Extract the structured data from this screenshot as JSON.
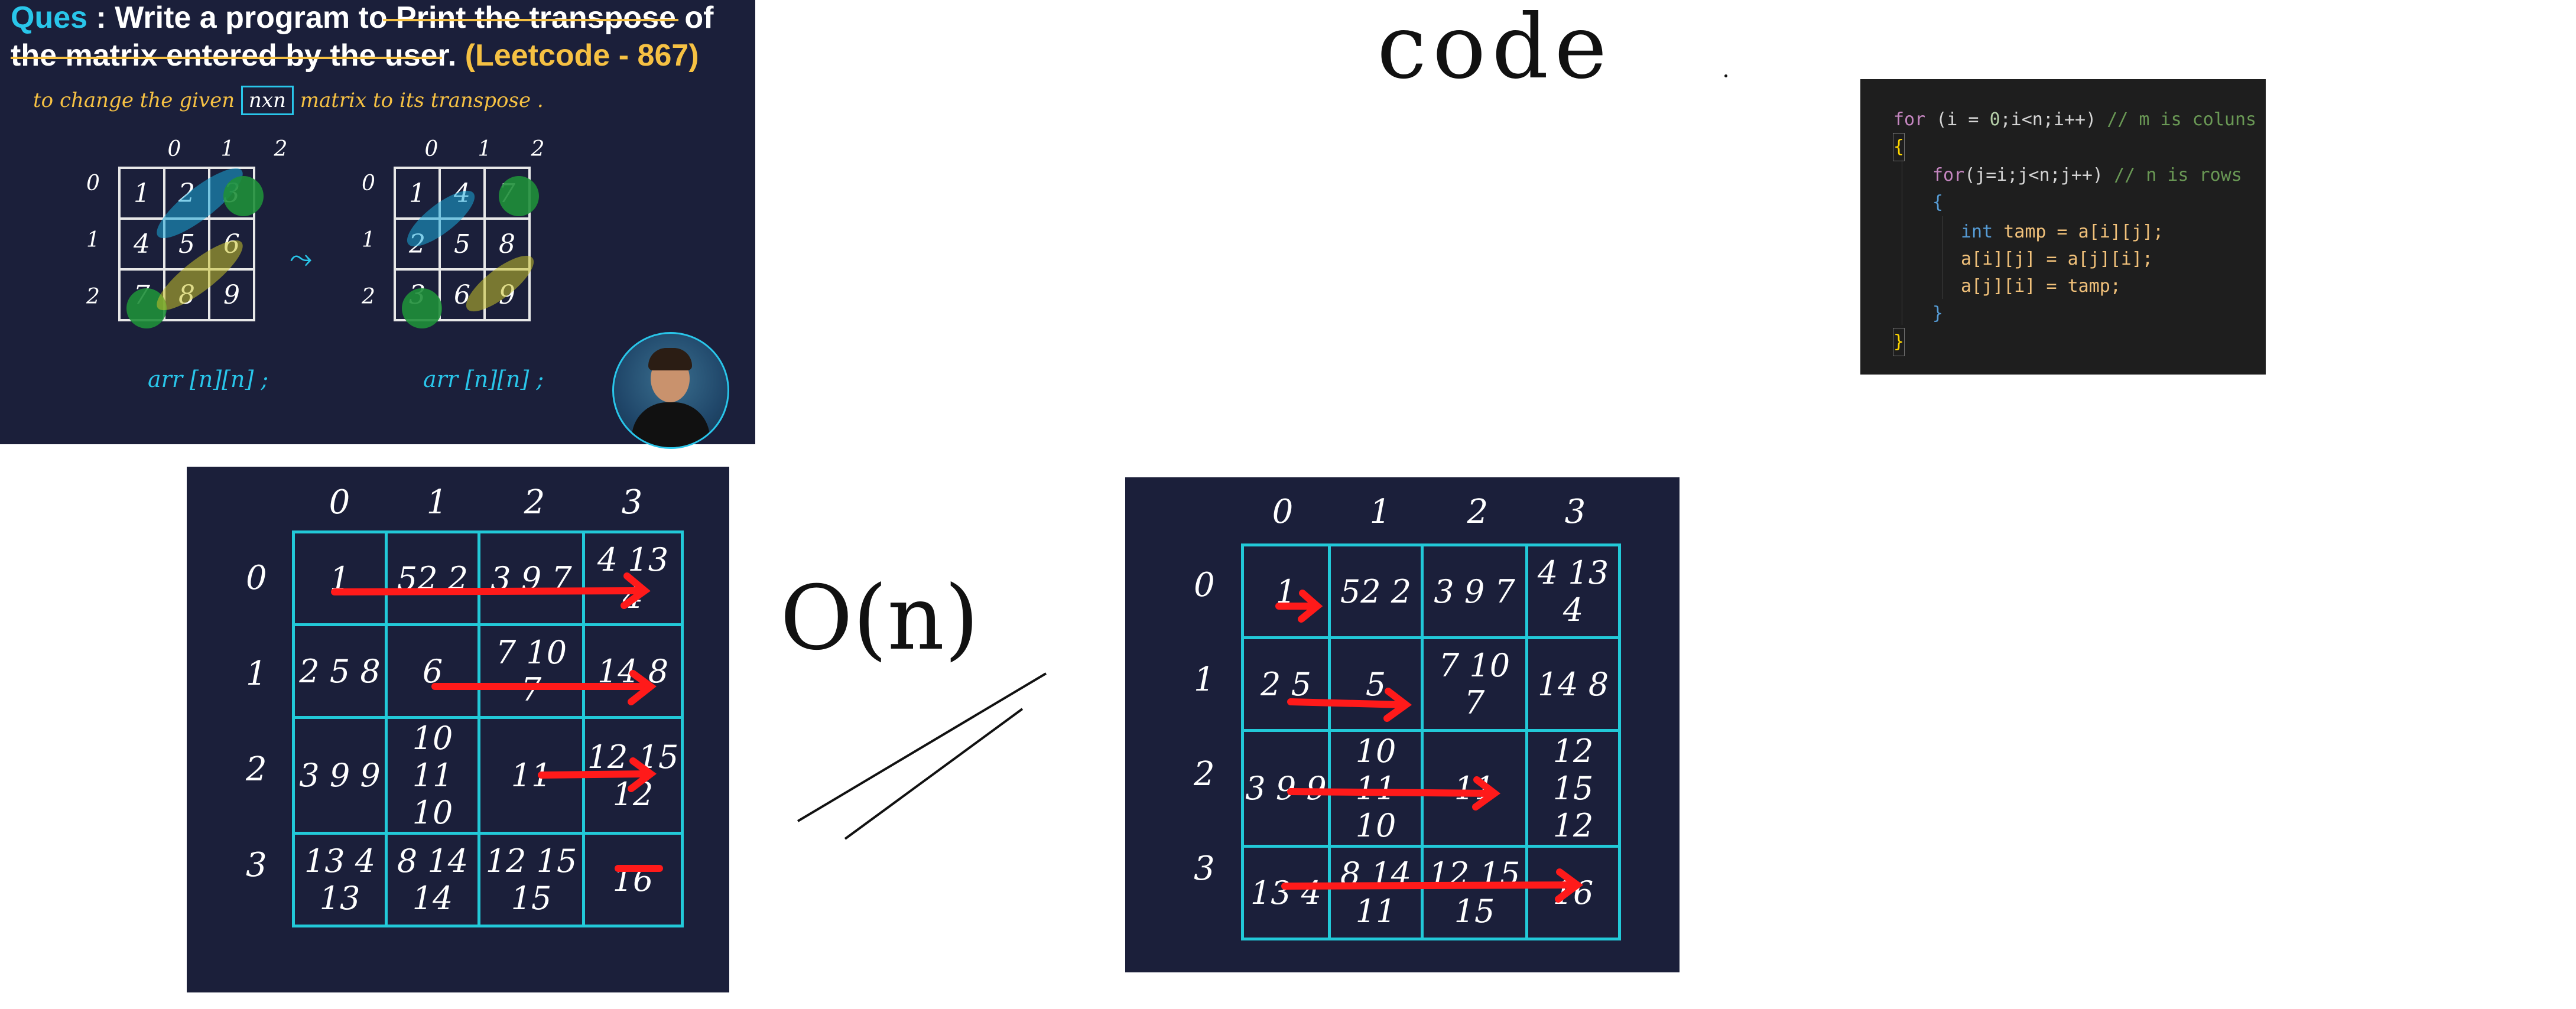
{
  "lecture": {
    "ques_label": "Ques",
    "title_line1": " : Write a program to Print the transpose of",
    "title_line2": "the matrix entered by the user.",
    "leetcode": " (Leetcode - 867)",
    "hand_line_pre": "to change the  given",
    "hand_box": "nxn",
    "hand_line_post": "matrix  to  its  transpose .",
    "col_idx": [
      "0",
      "1",
      "2"
    ],
    "row_idx": [
      "0",
      "1",
      "2"
    ],
    "matrix_a": [
      [
        "1",
        "2",
        "3"
      ],
      [
        "4",
        "5",
        "6"
      ],
      [
        "7",
        "8",
        "9"
      ]
    ],
    "matrix_b": [
      [
        "1",
        "4",
        "7"
      ],
      [
        "2",
        "5",
        "8"
      ],
      [
        "3",
        "6",
        "9"
      ]
    ],
    "caption_a": "arr [n][n] ;",
    "caption_b": "arr [n][n] ;"
  },
  "handwritten_word": "code",
  "handwritten_oh": "O(n)",
  "code": {
    "line1": [
      "for",
      " (i = ",
      "0",
      ";i<n;i++) ",
      "// m is coluns"
    ],
    "line2": "{",
    "line3": [
      "for",
      "(j=i;j<n;j++) ",
      "// n is rows"
    ],
    "line4": "{",
    "line5": [
      "int",
      " tamp = a[i][j];"
    ],
    "line6": "a[i][j] = a[j][i];",
    "line7": "a[j][i] = tamp;",
    "line8": "}",
    "line9": "}"
  },
  "left_grid": {
    "col_idx": [
      "0",
      "1",
      "2",
      "3"
    ],
    "row_idx": [
      "0",
      "1",
      "2",
      "3"
    ],
    "cells": [
      [
        "1",
        "52 2",
        "3 9 7",
        "4 13 4"
      ],
      [
        "2 5 8",
        "6",
        "7 10 7",
        "14 8"
      ],
      [
        "3 9 9",
        "10 11 10",
        "11",
        "12 15 12"
      ],
      [
        "13 4 13",
        "8 14 14",
        "12 15 15",
        "16"
      ]
    ]
  },
  "right_grid": {
    "col_idx": [
      "0",
      "1",
      "2",
      "3"
    ],
    "row_idx": [
      "0",
      "1",
      "2",
      "3"
    ],
    "cells": [
      [
        "1",
        "52 2",
        "3 9 7",
        "4 13 4"
      ],
      [
        "2 5",
        "5",
        "7 10 7",
        "14 8"
      ],
      [
        "3 9 9",
        "10 11 10",
        "11",
        "12 15 12"
      ],
      [
        "13 4",
        "8 14 11",
        "12 15 15",
        "16"
      ]
    ]
  },
  "colors": {
    "panel": "#1b1f3a",
    "cyan": "#22c9d8",
    "red": "#ff1a1a",
    "yellow": "#f6c143"
  }
}
